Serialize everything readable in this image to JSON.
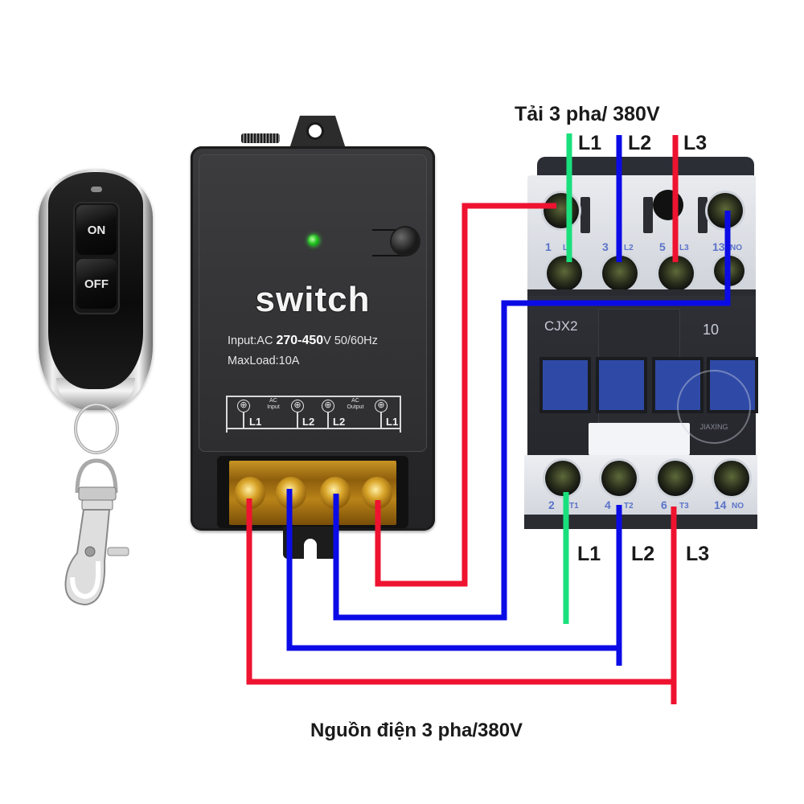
{
  "remote": {
    "on_label": "ON",
    "off_label": "OFF"
  },
  "switch_module": {
    "brand": "switch",
    "input_prefix": "Input:AC ",
    "input_range": "270-450",
    "input_suffix": "V 50/60Hz",
    "max_load": "MaxLoad:10A",
    "terminal_groups": [
      {
        "line1": "AC",
        "line2": "Input"
      },
      {
        "line1": "AC",
        "line2": "Output"
      }
    ],
    "terminals": [
      {
        "symbol": "⊕",
        "name": "L1"
      },
      {
        "symbol": "⊕",
        "name": "L2"
      },
      {
        "symbol": "⊕",
        "name": "L2"
      },
      {
        "symbol": "⊕",
        "name": "L1"
      }
    ],
    "led_color": "#22c422"
  },
  "contactor": {
    "model": "CJX2",
    "rating": "10",
    "top_terminals": [
      {
        "num": "1",
        "sub": "L1"
      },
      {
        "num": "3",
        "sub": "L2"
      },
      {
        "num": "5",
        "sub": "L3"
      },
      {
        "num": "13",
        "sub": "NO"
      }
    ],
    "bottom_terminals": [
      {
        "num": "2",
        "sub": "T1"
      },
      {
        "num": "4",
        "sub": "T2"
      },
      {
        "num": "6",
        "sub": "T3"
      },
      {
        "num": "14",
        "sub": "NO"
      }
    ],
    "watermark": "JIAXING"
  },
  "labels": {
    "load_title": "Tải 3 pha/ 380V",
    "load_phases": [
      "L1",
      "L2",
      "L3"
    ],
    "output_phases": [
      "L1",
      "L2",
      "L3"
    ],
    "source_title": "Nguồn điện 3 pha/380V"
  },
  "wire_colors": {
    "phase_l1": "#19e07c",
    "phase_l2": "#0b0be6",
    "phase_l3": "#ee1330"
  }
}
